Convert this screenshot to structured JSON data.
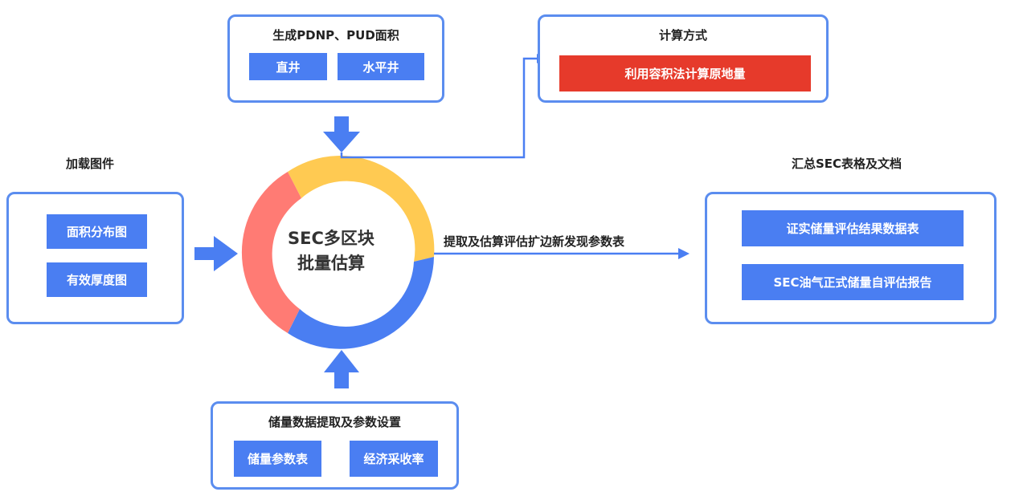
{
  "colors": {
    "panel_border": "#5b8def",
    "box_blue": "#4a7ef2",
    "box_red": "#e63a2b",
    "arc_yellow": "#ffca52",
    "arc_blue": "#4a7ef2",
    "arc_red": "#ff7b74"
  },
  "top_panel": {
    "title": "生成PDNP、PUD面积",
    "buttons": [
      "直井",
      "水平井"
    ]
  },
  "calc_panel": {
    "title": "计算方式",
    "button": "利用容积法计算原地量"
  },
  "left_panel": {
    "heading": "加载图件",
    "buttons": [
      "面积分布图",
      "有效厚度图"
    ]
  },
  "right_panel": {
    "heading": "汇总SEC表格及文档",
    "buttons": [
      "证实储量评估结果数据表",
      "SEC油气正式储量自评估报告"
    ]
  },
  "bottom_panel": {
    "title": "储量数据提取及参数设置",
    "buttons": [
      "储量参数表",
      "经济采收率"
    ]
  },
  "center": {
    "line1": "SEC多区块",
    "line2": "批量估算"
  },
  "flow_label": "提取及估算评估扩边新发现参数表"
}
